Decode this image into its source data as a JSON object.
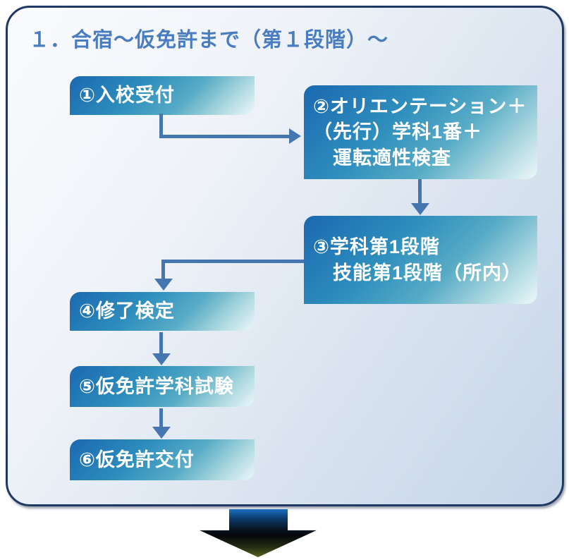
{
  "title": "１．合宿～仮免許まで（第１段階）～",
  "steps": [
    {
      "name": "entry-reception",
      "text": "①入校受付"
    },
    {
      "name": "orientation",
      "text": "②オリエンテーション＋\n（先行）学科1番＋\n　運転適性検査"
    },
    {
      "name": "stage1-lessons",
      "text": "③学科第1段階\n　技能第1段階（所内）"
    },
    {
      "name": "completion-test",
      "text": "④修了検定"
    },
    {
      "name": "provisional-written-exam",
      "text": "⑤仮免許学科試験"
    },
    {
      "name": "provisional-license-issue",
      "text": "⑥仮免許交付"
    }
  ],
  "icons": {
    "flow_arrow": "blue elbow/straight connector arrows between steps",
    "next_section_arrow": "large block arrow pointing down to next section"
  },
  "colors": {
    "panel_border": "#1f3864",
    "panel_bg_start": "#fafbfd",
    "panel_bg_end": "#c5d5e8",
    "title_text": "#4a7dbf",
    "box_gradient_start": "#1a68b0",
    "box_gradient_mid": "#2f8fbd",
    "box_gradient_end": "#eef8fa",
    "box_text": "#ffffff",
    "connector_blue": "#4576b0",
    "big_arrow_top": "#1b6fc0",
    "big_arrow_mid": "#05080c",
    "big_arrow_tip": "#55631f"
  }
}
